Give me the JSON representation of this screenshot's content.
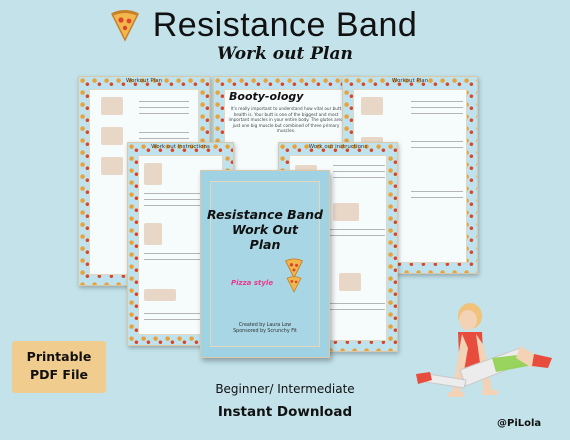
{
  "header": {
    "title": "Resistance Band",
    "subtitle": "Work out Plan"
  },
  "pages": {
    "plan_left": "Workout  Plan",
    "plan_right": "Workout  Plan",
    "instructions_left": "Work out instructions",
    "instructions_right": "Work out instructions",
    "booty_title": "Booty-ology",
    "booty_text": "It's really important to understand how vital our butt health is. Your butt is one of the biggest and most important muscles in your entire body. The glutes area just one big muscle but combined of three primary muscles."
  },
  "cover": {
    "title_line1": "Resistance Band",
    "title_line2": "Work Out",
    "title_line3": "Plan",
    "style": "Pizza style",
    "credit_line1": "Created by Laura Low",
    "credit_line2": "Sponsored by Scrunchy Fit"
  },
  "badges": {
    "printable_line1": "Printable",
    "printable_line2": "PDF File"
  },
  "footer": {
    "level": "Beginner/ Intermediate",
    "instant": "Instant Download",
    "handle": "@PiLola"
  },
  "colors": {
    "background": "#c3e2ea",
    "badge": "#f1cc8f",
    "cover": "#9fd3e3",
    "accent_pink": "#e8388b",
    "band_green": "#8fd14f",
    "pizza_crust": "#e9a23b",
    "pizza_sauce": "#d9462b"
  },
  "icons": [
    "pizza-icon",
    "exercise-illustration"
  ]
}
